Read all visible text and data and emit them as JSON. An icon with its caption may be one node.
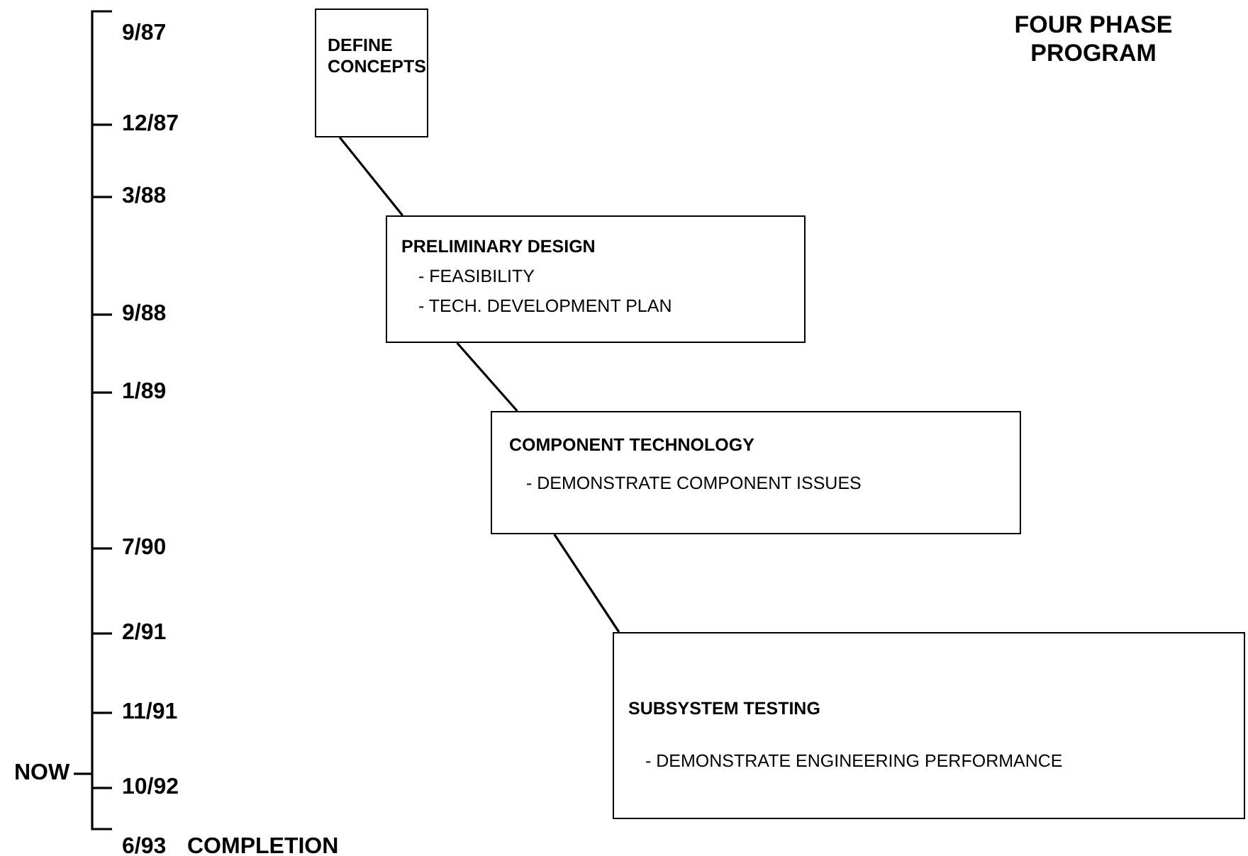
{
  "diagram": {
    "title": "FOUR PHASE PROGRAM",
    "nodes": [
      {
        "text": [
          "DEFINE CONCEPTS"
        ]
      },
      {
        "text": [
          "PRELIMINARY DESIGN",
          "- FEASIBILITY",
          "- TECH. DEVELOPMENT PLAN"
        ]
      },
      {
        "text": [
          "COMPONENT TECHNOLOGY",
          "- DEMONSTRATE COMPONENT ISSUES"
        ]
      },
      {
        "text": [
          "SUBSYSTEM TESTING",
          "- DEMONSTRATE ENGINEERING PERFORMANCE"
        ]
      },
      {
        "text": [
          "NOW"
        ]
      }
    ],
    "edges": [
      {
        "from": 0,
        "to": 1,
        "arrow": "none"
      },
      {
        "from": 1,
        "to": 2,
        "arrow": "none"
      },
      {
        "from": 2,
        "to": 3,
        "arrow": "none"
      },
      {
        "from": 4,
        "to": null,
        "arrow": "none"
      }
    ],
    "labels": [
      "9/87",
      "12/87",
      "3/88",
      "9/88",
      "1/89",
      "7/90",
      "2/91",
      "11/91",
      "10/92",
      "6/93",
      "COMPLETION"
    ]
  }
}
